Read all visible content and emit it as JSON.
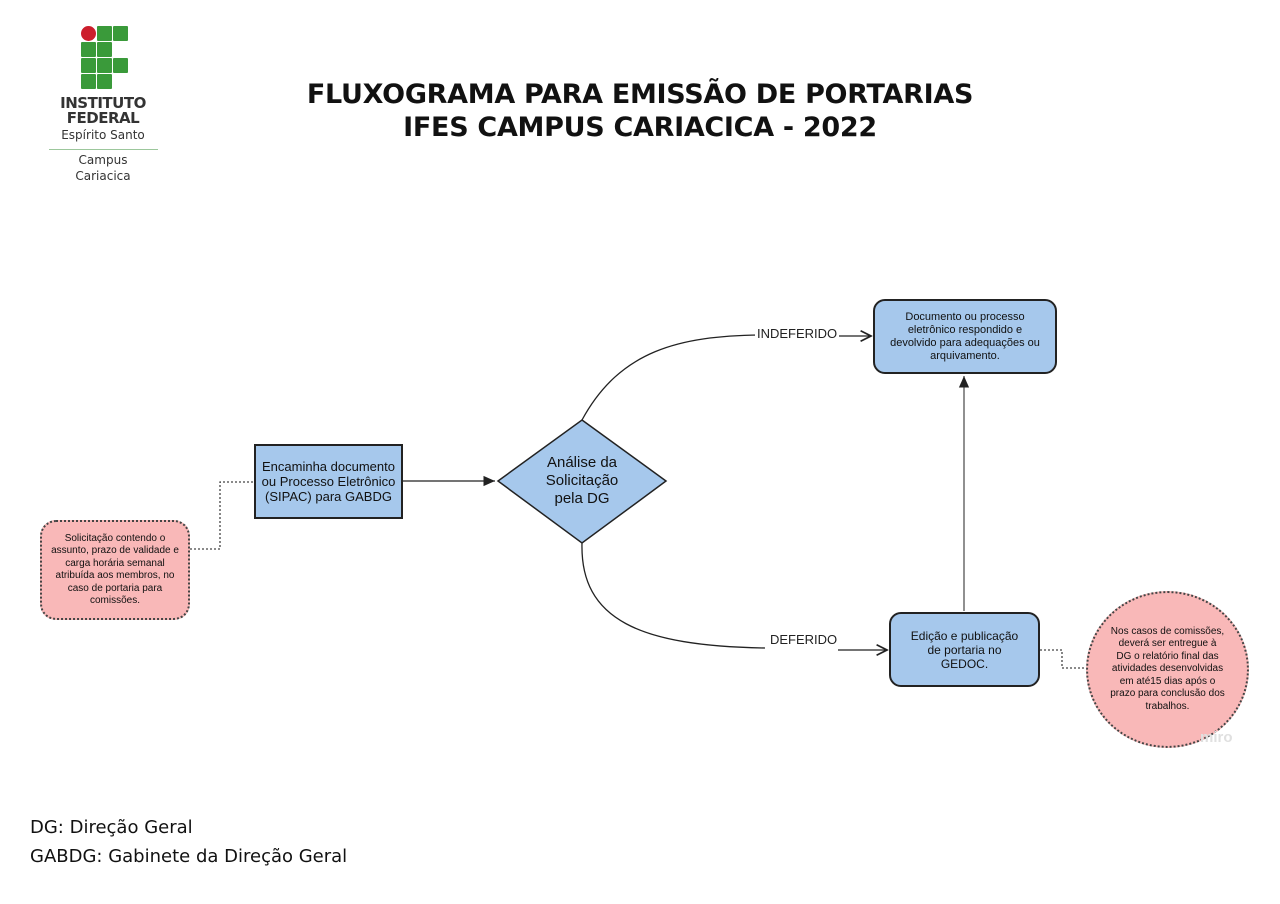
{
  "logo": {
    "line1": "INSTITUTO",
    "line2": "FEDERAL",
    "line3": "Espírito Santo",
    "campus1": "Campus",
    "campus2": "Cariacica",
    "colors": {
      "green": "#3a9a3a",
      "red": "#cc1e2c"
    }
  },
  "header": {
    "title_line1": "FLUXOGRAMA PARA EMISSÃO DE PORTARIAS",
    "title_line2": "IFES CAMPUS CARIACICA - 2022"
  },
  "flow": {
    "nodes": {
      "solicitacao": "Solicitação contendo o assunto, prazo de validade e carga horária semanal atribuída aos membros, no caso de portaria para comissões.",
      "encaminha": "Encaminha documento ou Processo Eletrônico (SIPAC) para GABDG",
      "analise": "Análise da Solicitação pela DG",
      "indeferido_result": "Documento ou processo eletrônico respondido e devolvido para adequações ou arquivamento.",
      "edicao": "Edição e publicação de portaria no GEDOC.",
      "nota_comissoes": "Nos casos de comissões, deverá ser entregue à DG o relatório final das atividades desenvolvidas em até15 dias após o prazo para conclusão dos trabalhos."
    },
    "edge_labels": {
      "indeferido": "INDEFERIDO",
      "deferido": "DEFERIDO"
    },
    "colors": {
      "process": "#a6c8ec",
      "note": "#f9b8b8"
    }
  },
  "watermark": "miro",
  "legend": [
    "DG: Direção Geral",
    "GABDG: Gabinete da Direção Geral"
  ]
}
